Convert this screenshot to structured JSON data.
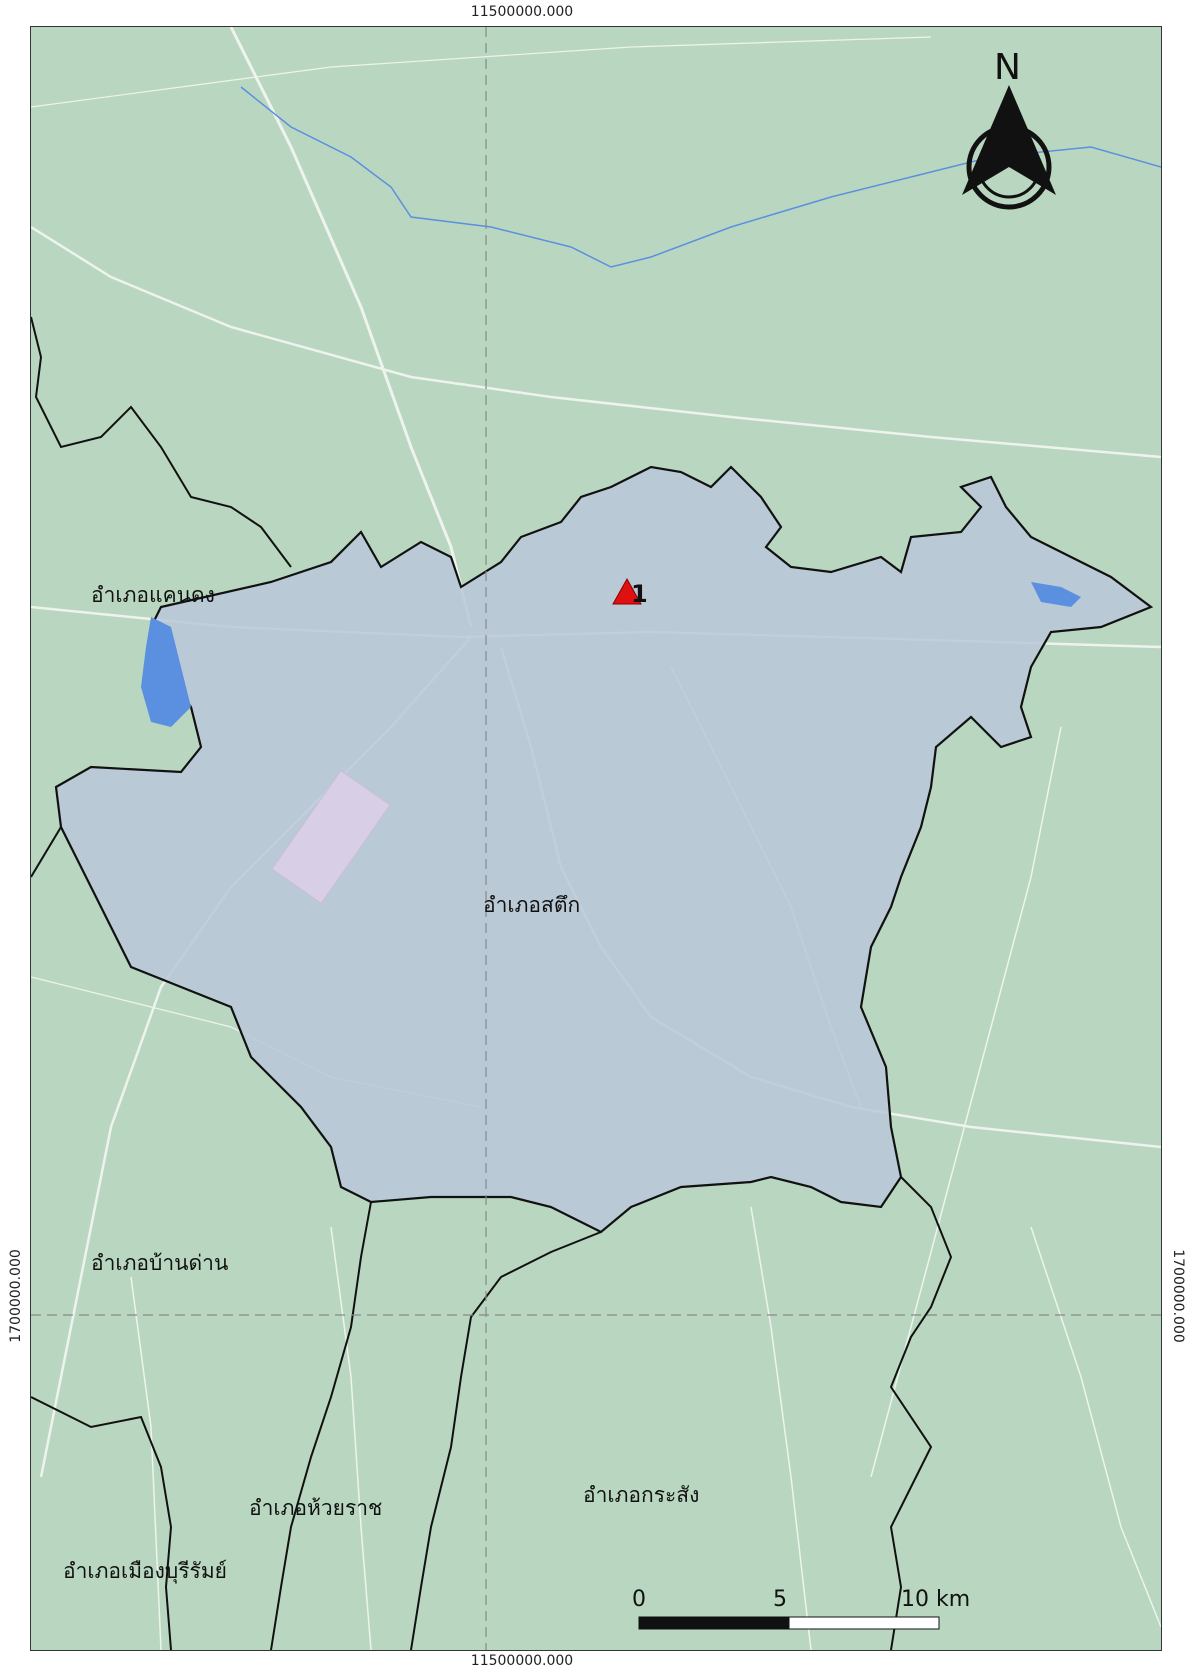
{
  "grid": {
    "top_x": "11500000.000",
    "bottom_x": "11500000.000",
    "left_y": "1700000.000",
    "right_y": "1700000.000"
  },
  "districts": {
    "satuek": "อำเภอสตึก",
    "khaen_dong": "อำเภอแคนดง",
    "ban_dan": "อำเภอบ้านด่าน",
    "huai_rat": "อำเภอห้วยราช",
    "mueang_buriram": "อำเภอเมืองบุรีรัมย์",
    "krasang": "อำเภอกระสัง"
  },
  "sites": [
    {
      "id": "1",
      "marker_color": "#e01010"
    }
  ],
  "north_arrow": {
    "letter": "N"
  },
  "scale_bar": {
    "labels": [
      "0",
      "5",
      "10 km"
    ]
  },
  "colors": {
    "background": "#b9d7c0",
    "study_area_fill": "#b8c7d8",
    "boundary": "#111111",
    "water": "#5b8fe0",
    "road": "#f2f6f2",
    "marker": "#e01010"
  }
}
